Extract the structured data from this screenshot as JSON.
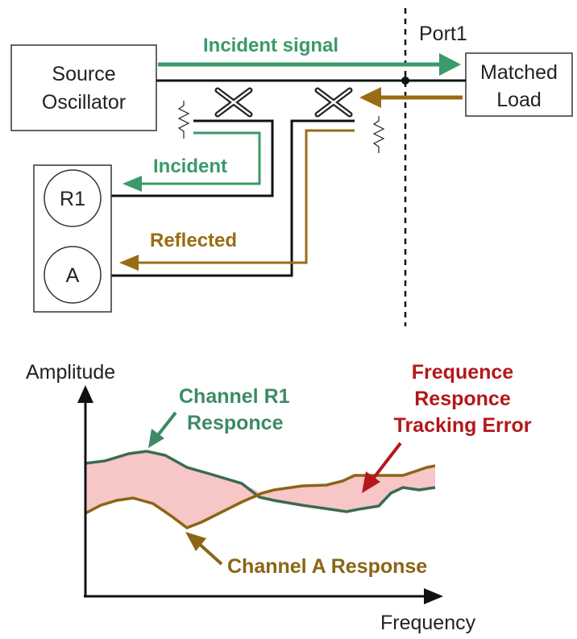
{
  "source_box": {
    "line1": "Source",
    "line2": "Oscillator"
  },
  "load_box": {
    "line1": "Matched",
    "line2": "Load"
  },
  "port_label": "Port1",
  "incident_signal_label": "Incident signal",
  "incident_label": "Incident",
  "reflected_label": "Reflected",
  "receivers": {
    "r1": "R1",
    "a": "A"
  },
  "graph": {
    "y_axis_label": "Amplitude",
    "x_axis_label": "Frequency",
    "r1_annotation": {
      "line1": "Channel R1",
      "line2": "Responce"
    },
    "error_annotation": {
      "line1": "Frequence",
      "line2": "Responce",
      "line3": "Tracking Error"
    },
    "a_annotation": "Channel A Response"
  },
  "colors": {
    "incident_green": "#3a9a6a",
    "reflected_brown": "#9a6c14",
    "r1_curve": "#3a6a50",
    "a_curve": "#8a6514",
    "error_fill": "#f7c6c6",
    "error_text": "#b4181a"
  }
}
